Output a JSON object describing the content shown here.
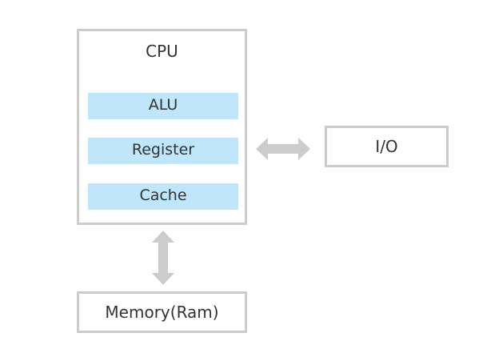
{
  "cpu": {
    "title": "CPU",
    "components": {
      "alu": "ALU",
      "register": "Register",
      "cache": "Cache"
    }
  },
  "io": {
    "label": "I/O"
  },
  "memory": {
    "label": "Memory(Ram)"
  },
  "colors": {
    "border": "#cccccc",
    "component_fill": "#bfe6fb",
    "arrow": "#cccccc",
    "text": "#333333"
  }
}
